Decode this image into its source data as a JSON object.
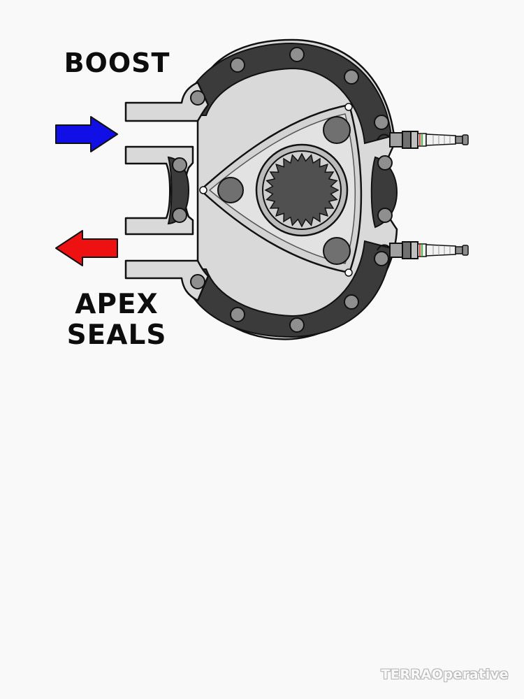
{
  "labels": {
    "boost": "BOOST",
    "apex_line1": "APEX",
    "apex_line2": "SEALS"
  },
  "watermark": "TERRAOperative",
  "colors": {
    "intake_arrow": "#1010e6",
    "exhaust_arrow": "#ee1111",
    "housing_fill": "#d9d9d9",
    "water_jacket": "#3b3b3b",
    "bolt": "#8f8f8f",
    "rotor_fill": "#cfcfcf",
    "outline": "#111111",
    "background": "#f9f9f9"
  },
  "icons": {
    "intake": "arrow-right-icon",
    "exhaust": "arrow-left-icon",
    "spark_plug": "spark-plug-icon"
  }
}
